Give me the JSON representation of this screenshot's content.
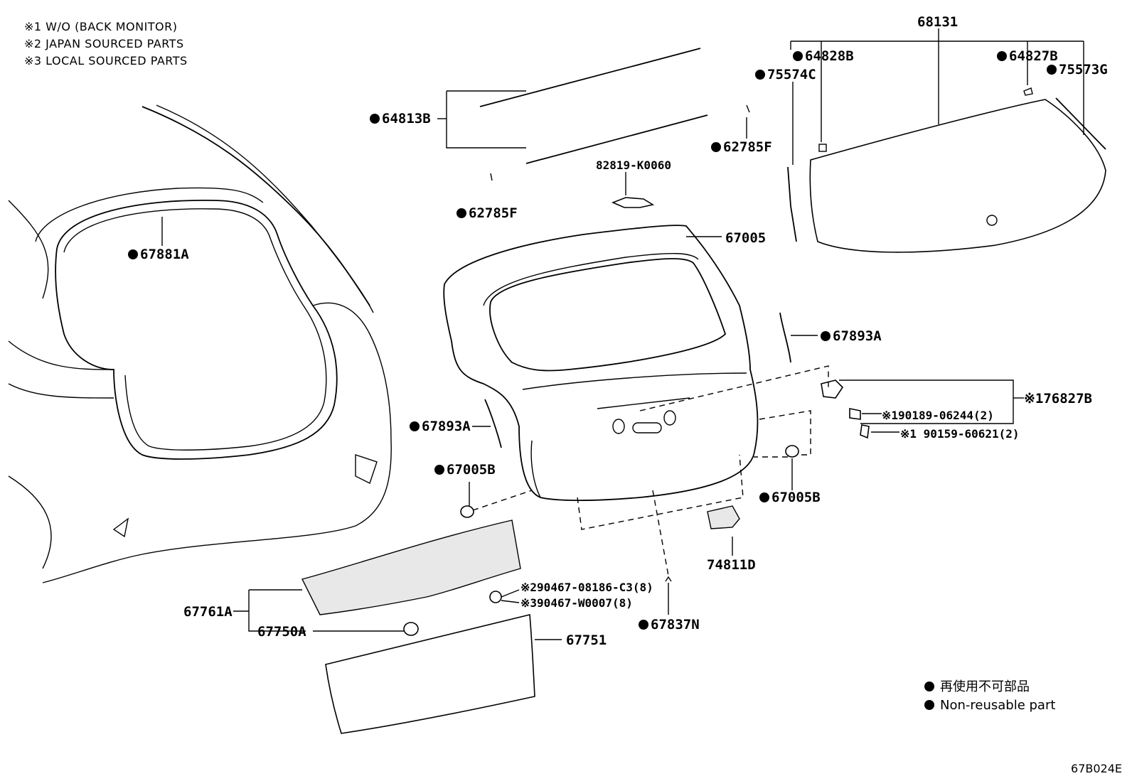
{
  "notes": [
    "※1 W/O (BACK MONITOR)",
    "※2 JAPAN SOURCED PARTS",
    "※3 LOCAL SOURCED PARTS"
  ],
  "parts": {
    "p68131": "68131",
    "p64828B": "64828B",
    "p64827B": "64827B",
    "p75574C": "75574C",
    "p75573G": "75573G",
    "p64813B": "64813B",
    "p62785F_top": "62785F",
    "p62785F_left": "62785F",
    "p82819": "82819-K0060",
    "p67005": "67005",
    "p67881A": "67881A",
    "p67893A_right": "67893A",
    "p67893A_left": "67893A",
    "p76827B": "76827B",
    "p90189": "90189-06244(2)",
    "p90159": "90159-60621(2)",
    "p67005B_left": "67005B",
    "p67005B_right": "67005B",
    "p74811D": "74811D",
    "p90467a": "90467-08186-C3(8)",
    "p90467b": "90467-W0007(8)",
    "p67761A": "67761A",
    "p67750A": "67750A",
    "p67751": "67751",
    "p67837N": "67837N"
  },
  "prefixes": {
    "note1": "※1",
    "note1b": "※1",
    "note1c": "※1 ",
    "note2": "※2",
    "note3": "※3"
  },
  "legend": {
    "jp": "再使用不可部品",
    "en": "Non-reusable part"
  },
  "code": "67B024E"
}
